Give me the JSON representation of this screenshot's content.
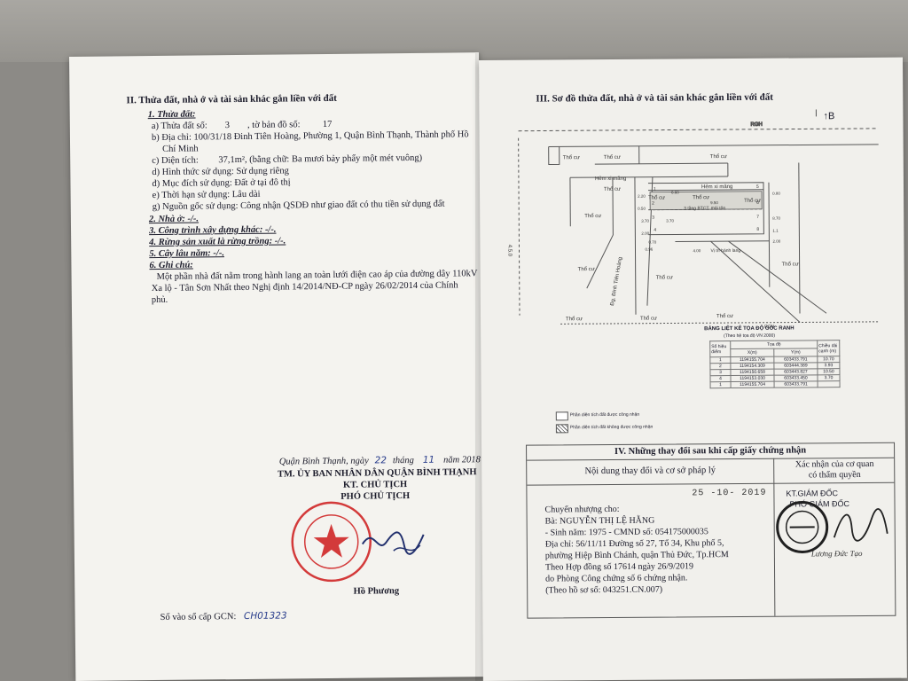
{
  "left": {
    "section2_title": "II. Thửa đất, nhà ở và tài sản khác gắn liền với đất",
    "land": {
      "heading": "1. Thửa đất:",
      "a_prefix": "a) Thửa đất số:",
      "a_parcel": "3",
      "a_mid": ", tờ bản đồ số:",
      "a_sheet": "17",
      "b_line1": "b) Địa chỉ:  100/31/18 Đinh Tiên Hoàng, Phường 1, Quận Bình Thạnh, Thành phố Hồ",
      "b_line2": "Chí Minh",
      "c_prefix": "c) Diện tích:",
      "c_value": "37,1m², (bằng chữ: Ba mươi bảy phẩy một mét vuông)",
      "d": "d) Hình thức sử dụng:  Sử dụng riêng",
      "dd": "đ) Mục đích sử dụng:  Đất ở tại đô thị",
      "e": "e) Thời hạn sử dụng:  Lâu dài",
      "g": "g) Nguồn gốc sử dụng:  Công nhận QSDĐ như giao đất có thu tiền sử dụng đất"
    },
    "house": "2. Nhà ở:  -/-.",
    "construction": "3. Công trình xây dựng khác:  -/-.",
    "forest": "4. Rừng sản xuất là rừng trồng:  -/-.",
    "trees": "5. Cây lâu năm:  -/-.",
    "note_heading": "6. Ghi chú:",
    "note_line1": "Một phần nhà đất nằm trong hành lang an toàn lưới điện cao áp của đường dây 110kV",
    "note_line2": "Xa lộ - Tân Sơn Nhất  theo Nghị định 14/2014/NĐ-CP ngày 26/02/2014 của Chính",
    "note_line3": "phủ.",
    "date_prefix": "Quận Bình Thạnh, ngày",
    "date_day": "22",
    "date_month_label": "tháng",
    "date_month": "11",
    "date_year_label": "năm 2018",
    "org": "TM. ỦY BAN NHÂN DÂN QUẬN BÌNH THẠNH",
    "kt": "KT. CHỦ TỊCH",
    "vice": "PHÓ CHỦ TỊCH",
    "signer": "Hồ Phương",
    "register_label": "Số vào sổ cấp GCN:",
    "register_value": "CH01323"
  },
  "right": {
    "section3_title": "III. Sơ đồ thửa đất, nhà ở và tài sản khác gắn liền với đất",
    "north": "B",
    "map": {
      "lots": [
        "Thổ cư",
        "Thổ cư",
        "Thổ cư",
        "Thổ cư",
        "Thổ cư",
        "Thổ cư",
        "Thổ cư",
        "Thổ cư",
        "Thổ cư",
        "Thổ cư",
        "Thổ cư",
        "Thổ cư",
        "Thổ cư",
        "Thổ cư"
      ],
      "alley1": "Hẻm xi măng",
      "alley2": "Hẻm xi măng",
      "road": "Đg. Đinh Tiên Hoàng",
      "house_note": "3 tầng BTCT, mái tôn",
      "corridor": "Vị trí hành lang",
      "rgh_top": "RGH",
      "rgh_bottom": "RGH",
      "side_label": "4.5.0",
      "dims": [
        "2.20",
        "0.50",
        "3.70",
        "2.00",
        "0.70",
        "3.70",
        "6.60",
        "0.96",
        "9.50",
        "4.00",
        "0.80",
        "8.70",
        "2.00",
        "1.1"
      ],
      "points": [
        "1",
        "2",
        "3",
        "4",
        "5",
        "6",
        "7",
        "8"
      ]
    },
    "coord_table": {
      "title": "BẢNG LIỆT KÊ TỌA ĐỘ GÓC RANH",
      "subtitle": "(Theo hệ tọa độ VN 2000)",
      "headers": [
        "Số hiệu điểm",
        "X(m)",
        "Y(m)",
        "Chiều dài cạnh (m)"
      ],
      "group_header": "Tọa độ",
      "rows": [
        [
          "1",
          "1194155.704",
          "603433.791",
          "10.70"
        ],
        [
          "2",
          "1194154.309",
          "603444.389",
          "3.93"
        ],
        [
          "3",
          "1194150.658",
          "603443.827",
          "10.50"
        ],
        [
          "4",
          "1194153.030",
          "603433.450",
          "3.70"
        ],
        [
          "1",
          "1194155.704",
          "603433.791",
          ""
        ]
      ]
    },
    "legend": [
      "Phần diện tích đất được công nhận",
      "Phần diện tích đất không được công nhận"
    ],
    "changes": {
      "title": "IV. Những thay đổi sau khi cấp giấy chứng nhận",
      "col1": "Nội dung thay đổi và cơ sở pháp lý",
      "col2_line1": "Xác nhận của cơ quan",
      "col2_line2": "có thẩm quyền",
      "stamp_date": "25 -10- 2019",
      "transfer": "Chuyển nhượng cho:",
      "owner": "Bà: NGUYỄN THỊ LỆ HẰNG",
      "birth": "- Sinh năm: 1975 - CMND số: 054175000035",
      "addr1": "Địa chỉ: 56/11/11 Đường số 27, Tổ 34, Khu phố 5,",
      "addr2": "phường Hiệp Bình Chánh, quận Thủ Đức, Tp.HCM",
      "contract1": "Theo Hợp đồng số 17614 ngày 26/9/2019",
      "contract2": "do Phòng Công chứng số 6 chứng nhận.",
      "dossier": "(Theo hồ sơ số: 043251.CN.007)",
      "kt_director": "KT.GIÁM ĐỐC",
      "vice_director": "PHÓ GIÁM ĐỐC",
      "signer": "Lương Đức Tạo"
    }
  },
  "colors": {
    "paper": "#f4f3ef",
    "ink": "#1b1b2a",
    "stamp_red": "#d33a3a",
    "pen_blue": "#2a3e8c"
  }
}
